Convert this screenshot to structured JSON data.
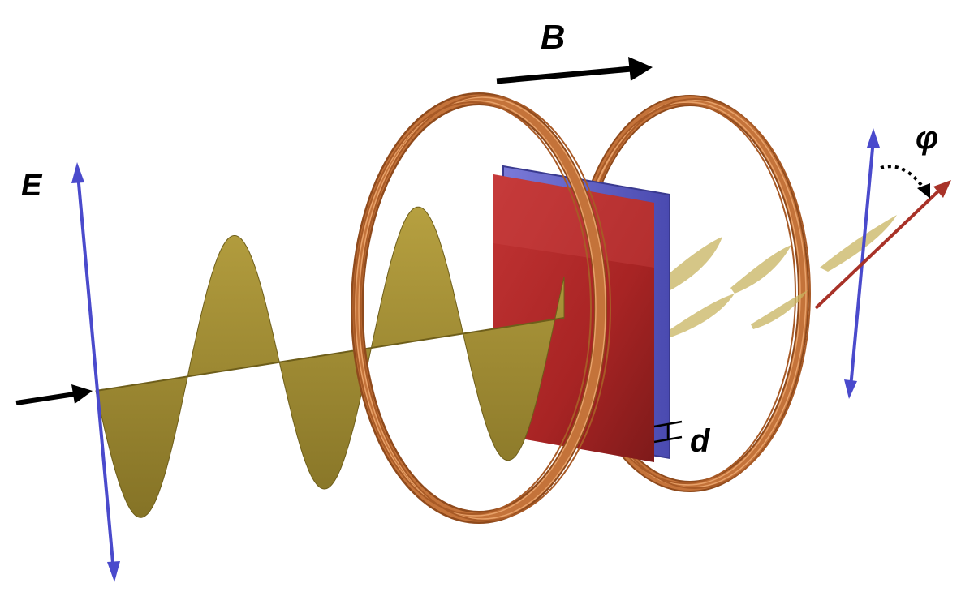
{
  "labels": {
    "electric_field": "E",
    "magnetic_field": "B",
    "rotation_angle": "φ",
    "thickness": "d"
  },
  "colors": {
    "background": "#ffffff",
    "wave": "#9c8a2e",
    "coil": "#b8672f",
    "sample_front": "#b52a2a",
    "sample_back": "#6a6ad0",
    "polarization_axis": "#4a4acc",
    "rotated_axis": "#a83228",
    "arrow": "#000000"
  },
  "icons": [
    "incident-arrow-icon",
    "magnetic-field-arrow-icon",
    "rotation-arrow-icon"
  ]
}
